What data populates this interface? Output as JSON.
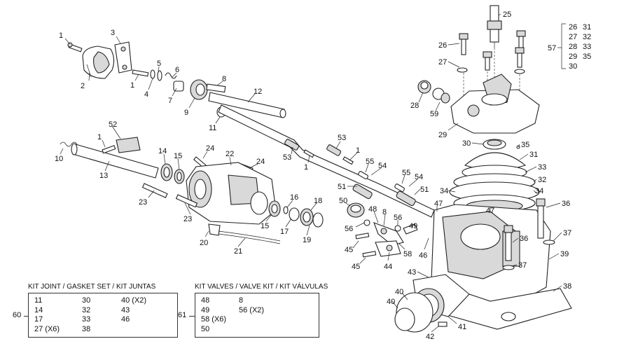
{
  "callouts": [
    "1",
    "2",
    "3",
    "1",
    "4",
    "5",
    "6",
    "7",
    "8",
    "9",
    "11",
    "12",
    "10",
    "1",
    "52",
    "13",
    "14",
    "15",
    "24",
    "22",
    "24",
    "23",
    "23",
    "20",
    "21",
    "16",
    "17",
    "18",
    "19",
    "15",
    "53",
    "1",
    "53",
    "1",
    "55",
    "54",
    "55",
    "54",
    "51",
    "51",
    "50",
    "48",
    "56",
    "8",
    "56",
    "49",
    "47",
    "47",
    "46",
    "45",
    "58",
    "44",
    "45",
    "25",
    "26",
    "27",
    "57",
    "28",
    "59",
    "29",
    "30",
    "35",
    "31",
    "33",
    "32",
    "34",
    "34",
    "36",
    "37",
    "36",
    "39",
    "37",
    "43",
    "38",
    "40",
    "40",
    "42",
    "41"
  ],
  "group_57": {
    "ref": "57",
    "items": [
      "26",
      "31",
      "27",
      "32",
      "28",
      "33",
      "29",
      "35",
      "30"
    ]
  },
  "kit_gasket": {
    "ref": "60",
    "title": "KIT JOINT / GASKET SET / KIT JUNTAS",
    "items": [
      "11",
      "30",
      "40 (X2)",
      "14",
      "32",
      "43",
      "17",
      "33",
      "46",
      "27 (X6)",
      "38",
      ""
    ]
  },
  "kit_valves": {
    "ref": "61",
    "title": "KIT VALVES / VALVE KIT / KIT VÁLVULAS",
    "items": [
      "48",
      "8",
      "49",
      "56 (X2)",
      "58 (X6)",
      "",
      "50",
      ""
    ]
  }
}
